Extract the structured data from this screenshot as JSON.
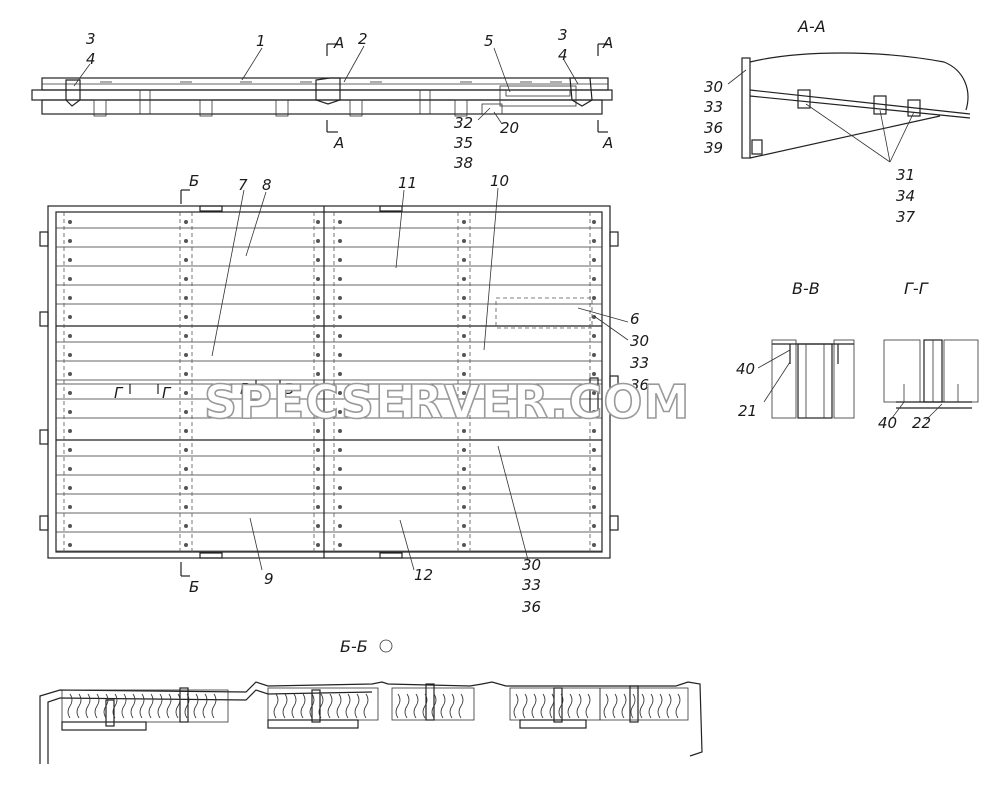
{
  "watermark": "SPECSERVER.COM",
  "sections": {
    "aa": "А-А",
    "bb": "Б-Б",
    "vv": "В-В",
    "gg": "Г-Г"
  },
  "cut_marks": {
    "a": "А",
    "b": "Б",
    "v": "В",
    "g": "Г"
  },
  "callouts": {
    "top_view": [
      "1",
      "2",
      "3",
      "4",
      "3",
      "4",
      "5",
      "32",
      "35",
      "38",
      "20"
    ],
    "plan_view": [
      "7",
      "8",
      "11",
      "10",
      "6",
      "30",
      "33",
      "36",
      "9",
      "12",
      "30",
      "33",
      "36"
    ],
    "section_aa": [
      "30",
      "33",
      "36",
      "39",
      "31",
      "34",
      "37"
    ],
    "section_vv": [
      "40",
      "21"
    ],
    "section_gg": [
      "40",
      "22"
    ]
  }
}
